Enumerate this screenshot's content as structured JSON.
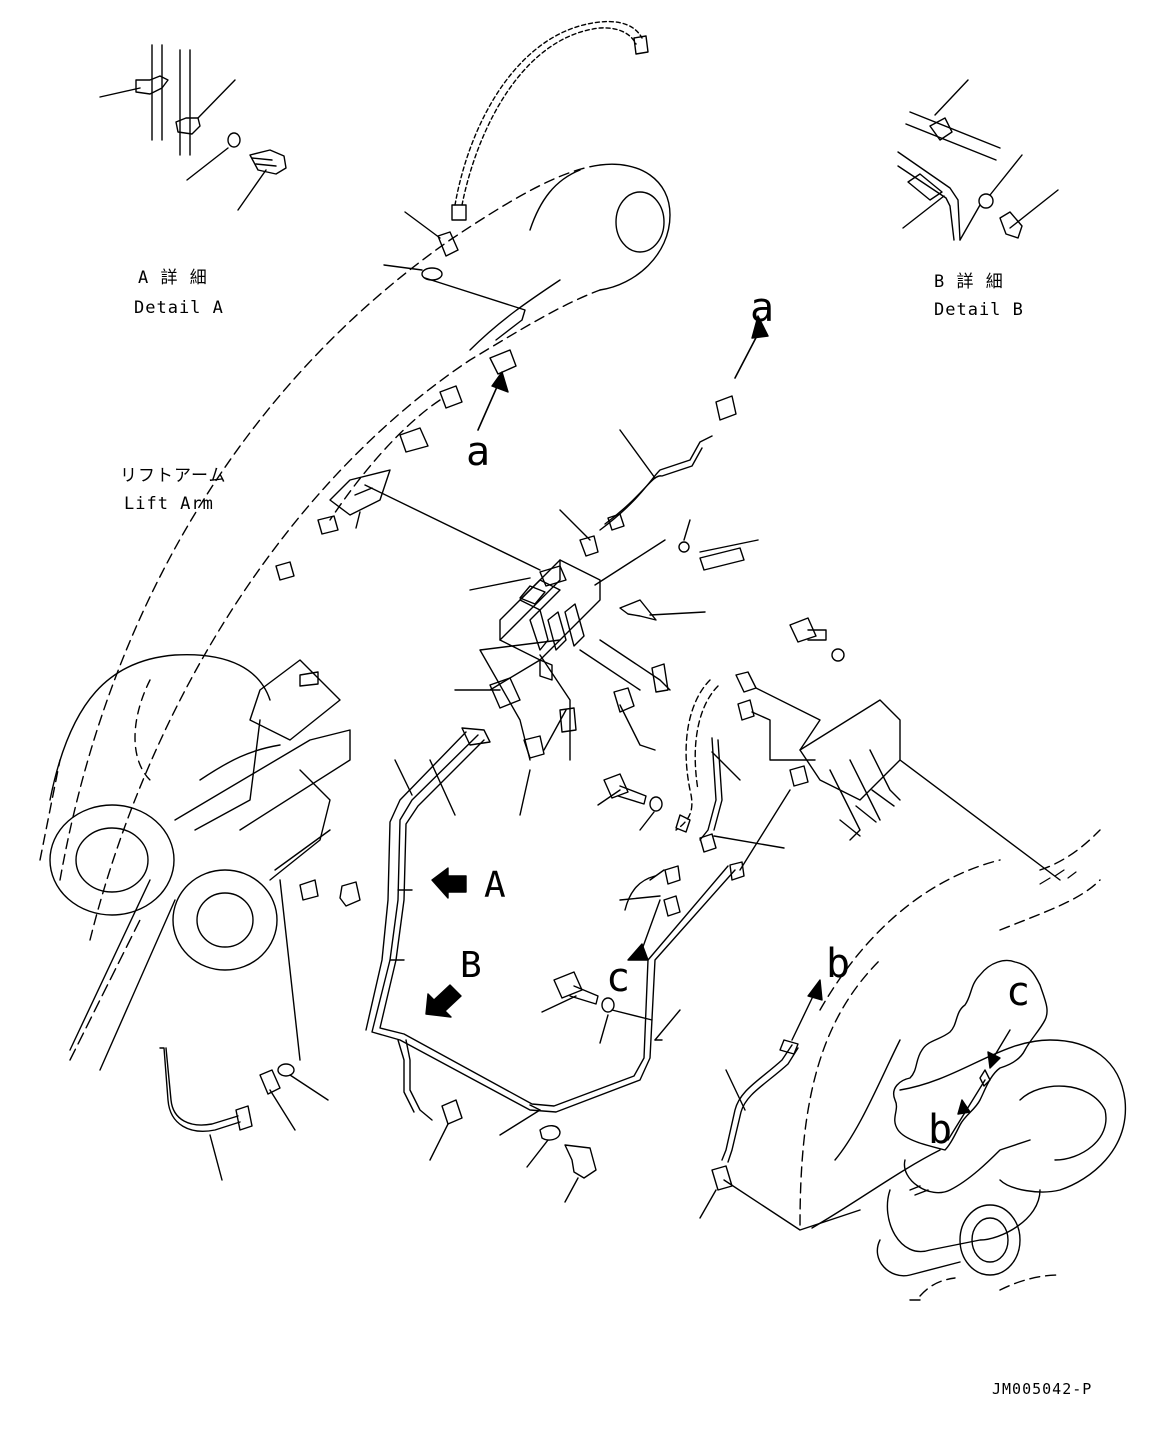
{
  "labels": {
    "detail_a_jp": "A 詳 細",
    "detail_a_en": "Detail A",
    "detail_b_jp": "B 詳 細",
    "detail_b_en": "Detail B",
    "lift_arm_jp": "リフトアーム",
    "lift_arm_en": "Lift Arm",
    "ref_a_top": "a",
    "ref_a_lower": "a",
    "ref_b_right": "b",
    "ref_b_inset": "b",
    "ref_c_mid": "c",
    "ref_c_inset": "c",
    "view_A": "A",
    "view_B": "B",
    "drawing_no": "JM005042-P"
  }
}
